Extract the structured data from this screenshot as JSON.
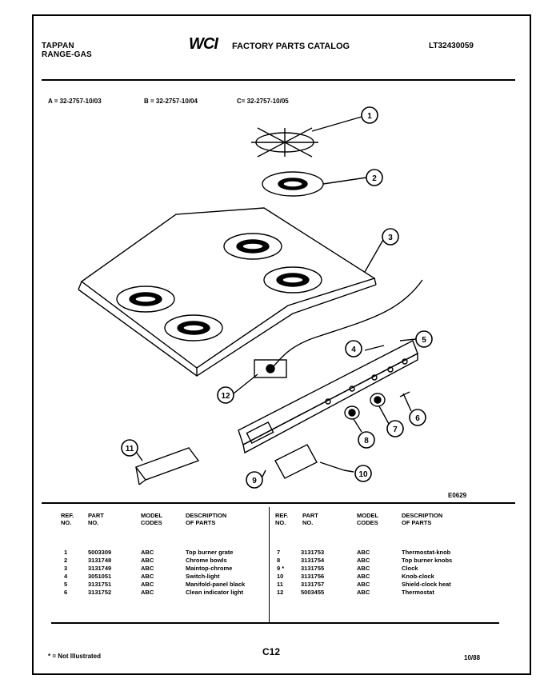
{
  "header": {
    "brand_line1": "TAPPAN",
    "brand_line2": "RANGE-GAS",
    "logo_text": "WCI",
    "catalog_title": "FACTORY PARTS CATALOG",
    "model_number": "LT32430059"
  },
  "model_codes": {
    "a": "A = 32-2757-10/03",
    "b": "B = 32-2757-10/04",
    "c": "C= 32-2757-10/05"
  },
  "diagram": {
    "code": "E0629",
    "callouts": [
      "1",
      "2",
      "3",
      "4",
      "5",
      "6",
      "7",
      "8",
      "9",
      "10",
      "11",
      "12"
    ]
  },
  "table": {
    "headers": {
      "ref": [
        "REF.",
        "NO."
      ],
      "part": [
        "PART",
        "NO."
      ],
      "model": [
        "MODEL",
        "CODES"
      ],
      "desc": [
        "DESCRIPTION",
        "OF PARTS"
      ]
    },
    "left_rows": [
      {
        "ref": "1",
        "part": "5003309",
        "codes": "ABC",
        "desc": "Top burner grate"
      },
      {
        "ref": "2",
        "part": "3131748",
        "codes": "ABC",
        "desc": "Chrome bowls"
      },
      {
        "ref": "3",
        "part": "3131749",
        "codes": "ABC",
        "desc": "Maintop-chrome"
      },
      {
        "ref": "4",
        "part": "3051051",
        "codes": "ABC",
        "desc": "Switch-light"
      },
      {
        "ref": "5",
        "part": "3131751",
        "codes": "ABC",
        "desc": "Manifold-panel black"
      },
      {
        "ref": "6",
        "part": "3131752",
        "codes": "ABC",
        "desc": "Clean indicator light"
      }
    ],
    "right_rows": [
      {
        "ref": "7",
        "part": "3131753",
        "codes": "ABC",
        "desc": "Thermostat-knob"
      },
      {
        "ref": "8",
        "part": "3131754",
        "codes": "ABC",
        "desc": "Top burner knobs"
      },
      {
        "ref": "9 *",
        "part": "3131755",
        "codes": "ABC",
        "desc": "Clock"
      },
      {
        "ref": "10",
        "part": "3131756",
        "codes": "ABC",
        "desc": "Knob-clock"
      },
      {
        "ref": "11",
        "part": "3131757",
        "codes": "ABC",
        "desc": "Shield-clock heat"
      },
      {
        "ref": "12",
        "part": "5003455",
        "codes": "ABC",
        "desc": "Thermostat"
      }
    ]
  },
  "footer": {
    "note": "* = Not Illustrated",
    "page": "C12",
    "date": "10/88"
  }
}
